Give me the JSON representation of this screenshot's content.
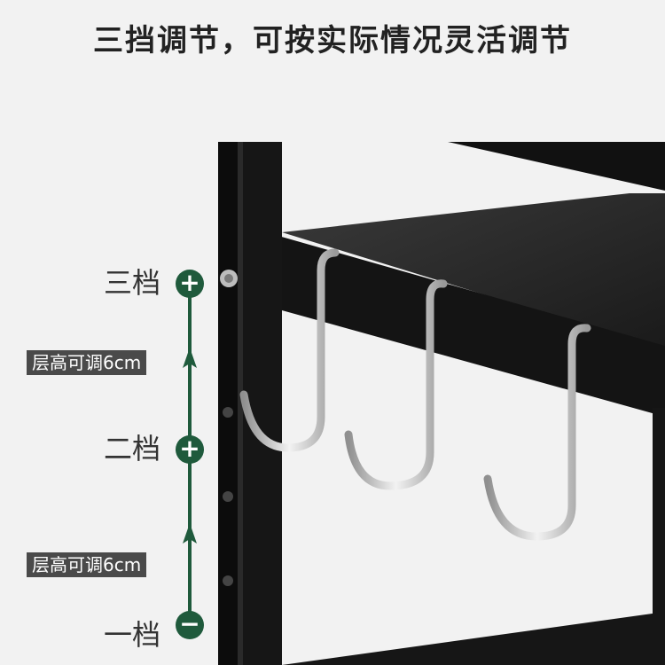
{
  "title": "三挡调节，可按实际情况灵活调节",
  "levels": [
    {
      "label": "三档",
      "icon": "plus-icon"
    },
    {
      "label": "二档",
      "icon": "plus-icon"
    },
    {
      "label": "一档",
      "icon": "minus-icon"
    }
  ],
  "height_tags": [
    "层高可调6cm",
    "层高可调6cm"
  ],
  "colors": {
    "accent_green": "#1f5a3c",
    "frame_black": "#111111",
    "tag_gray": "#4a4a4a"
  }
}
